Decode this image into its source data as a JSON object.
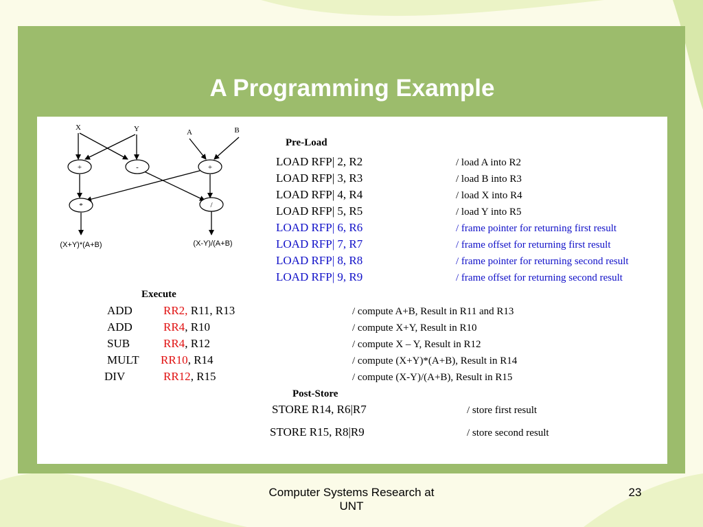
{
  "slide": {
    "title": "A Programming Example",
    "footer_text": "Computer Systems Research at UNT",
    "footer_line1": "Computer Systems Research at",
    "footer_line2": "UNT",
    "page_number": "23"
  },
  "diagram": {
    "inputs": [
      "X",
      "Y",
      "A",
      "B"
    ],
    "nodes": [
      "+",
      "-",
      "+",
      "*",
      "/"
    ],
    "outputs": [
      "(X+Y)*(A+B)",
      "(X-Y)/(A+B)"
    ]
  },
  "preload": {
    "header": "Pre-Load",
    "rows": [
      {
        "instr": "LOAD  RFP| 2,    R2",
        "comment": "/ load A into R2",
        "color": "#000000"
      },
      {
        "instr": "LOAD  RFP| 3,    R3",
        "comment": "/ load B into R3",
        "color": "#000000"
      },
      {
        "instr": "LOAD  RFP| 4,    R4",
        "comment": "/ load X into R4",
        "color": "#000000"
      },
      {
        "instr": "LOAD  RFP| 5,    R5",
        "comment": "/ load Y into R5",
        "color": "#000000"
      },
      {
        "instr": "LOAD RFP| 6,     R6",
        "comment": "/ frame pointer for returning first result",
        "color": "#1010c8"
      },
      {
        "instr": "LOAD RFP| 7,     R7",
        "comment": "/ frame offset for returning first result",
        "color": "#1010c8"
      },
      {
        "instr": "LOAD RFP| 8,     R8",
        "comment": "/ frame pointer for returning second result",
        "color": "#1010c8"
      },
      {
        "instr": "LOAD RFP| 9,    R9",
        "comment": "/ frame offset for returning second result",
        "color": "#1010c8"
      }
    ]
  },
  "execute": {
    "header": "Execute",
    "rows": [
      {
        "op": "ADD",
        "dest": "RR2,",
        "rest": " R11, R13",
        "comment": "/ compute A+B,  Result in R11 and R13"
      },
      {
        "op": "ADD",
        "dest": "RR4",
        "rest": ", R10",
        "comment": "/ compute X+Y,  Result in R10"
      },
      {
        "op": "SUB",
        "dest": "RR4",
        "rest": ",  R12",
        "comment": "/ compute X – Y, Result in R12"
      },
      {
        "op": "MULT",
        "dest": "RR10",
        "rest": ", R14",
        "comment": "/ compute (X+Y)*(A+B), Result in R14"
      },
      {
        "op": "DIV",
        "dest": "RR12",
        "rest": ", R15",
        "comment": "/ compute (X-Y)/(A+B), Result in R15"
      }
    ]
  },
  "poststore": {
    "header": "Post-Store",
    "rows": [
      {
        "instr": "STORE    R14,   R6|R7",
        "comment": "/ store first result"
      },
      {
        "instr": "STORE    R15,  R8|R9",
        "comment": "/ store second result"
      }
    ]
  },
  "colors": {
    "frame_green": "#9cbc6c",
    "panel_white": "#ffffff",
    "background": "#fbfbe8",
    "blue_text": "#1010c8",
    "red_text": "#e01010"
  }
}
